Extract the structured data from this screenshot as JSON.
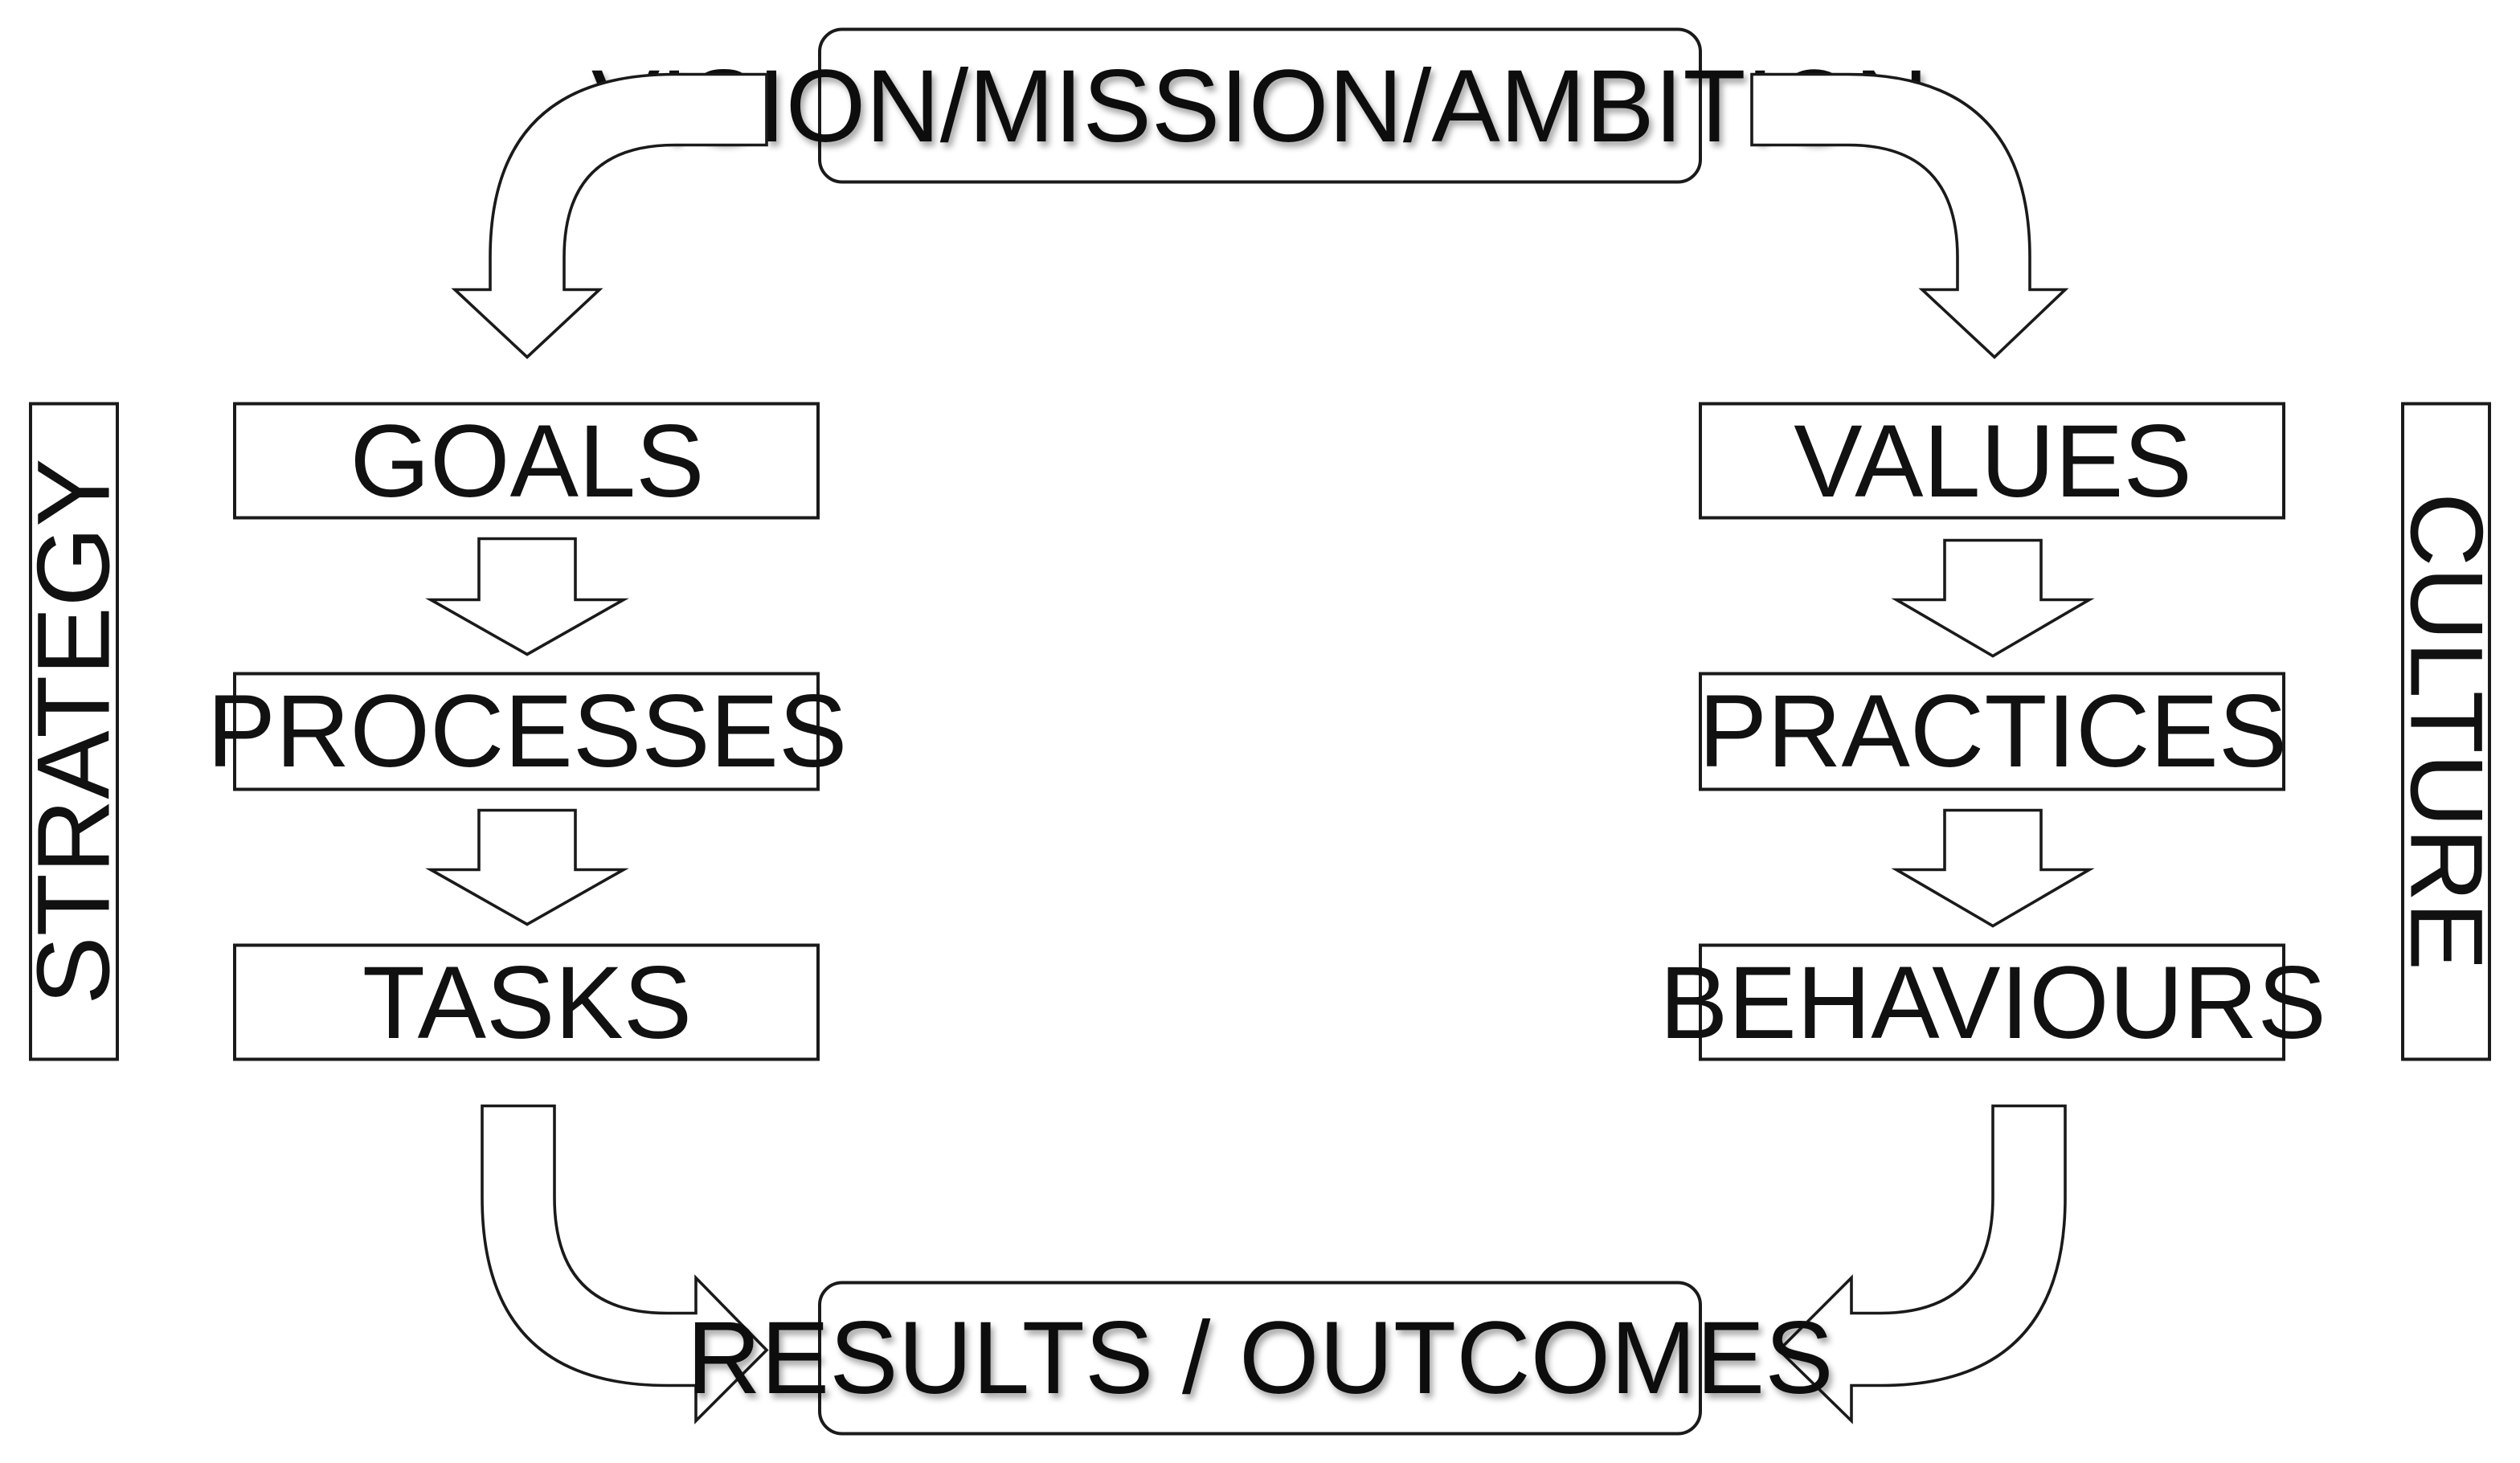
{
  "top": {
    "label": "VISION/MISSION/AMBITION"
  },
  "bottom": {
    "label": "RESULTS / OUTCOMES"
  },
  "strategy": {
    "side_label": "STRATEGY",
    "steps": [
      "GOALS",
      "PROCESSES",
      "TASKS"
    ]
  },
  "culture": {
    "side_label": "CULTURE",
    "steps": [
      "VALUES",
      "PRACTICES",
      "BEHAVIOURS"
    ]
  },
  "colors": {
    "stroke": "#1a1a1a",
    "fill": "#ffffff",
    "text": "#111111"
  }
}
